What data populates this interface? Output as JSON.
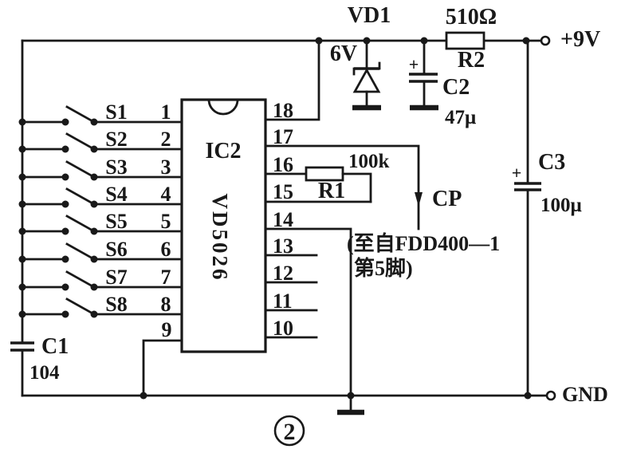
{
  "figure": {
    "number": "2"
  },
  "power": {
    "vcc": "+9V",
    "gnd": "GND"
  },
  "ic": {
    "ref": "IC2",
    "part": "VD5026",
    "left_pins": [
      "1",
      "2",
      "3",
      "4",
      "5",
      "6",
      "7",
      "8",
      "9"
    ],
    "right_pins": [
      "18",
      "17",
      "16",
      "15",
      "14",
      "13",
      "12",
      "11",
      "10"
    ]
  },
  "switches": [
    "S1",
    "S2",
    "S3",
    "S4",
    "S5",
    "S6",
    "S7",
    "S8"
  ],
  "components": {
    "vd1": {
      "ref": "VD1",
      "value": "6V"
    },
    "r1": {
      "ref": "R1",
      "value": "100k"
    },
    "r2": {
      "ref": "R2",
      "value": "510Ω"
    },
    "c1": {
      "ref": "C1",
      "value": "104"
    },
    "c2": {
      "ref": "C2",
      "value": "47μ",
      "polarity": "+"
    },
    "c3": {
      "ref": "C3",
      "value": "100μ",
      "polarity": "+"
    }
  },
  "signals": {
    "cp": "CP",
    "note_line1": "(至自FDD400—1",
    "note_line2": "第5脚)"
  },
  "colors": {
    "ink": "#191919",
    "paper": "#ffffff"
  }
}
